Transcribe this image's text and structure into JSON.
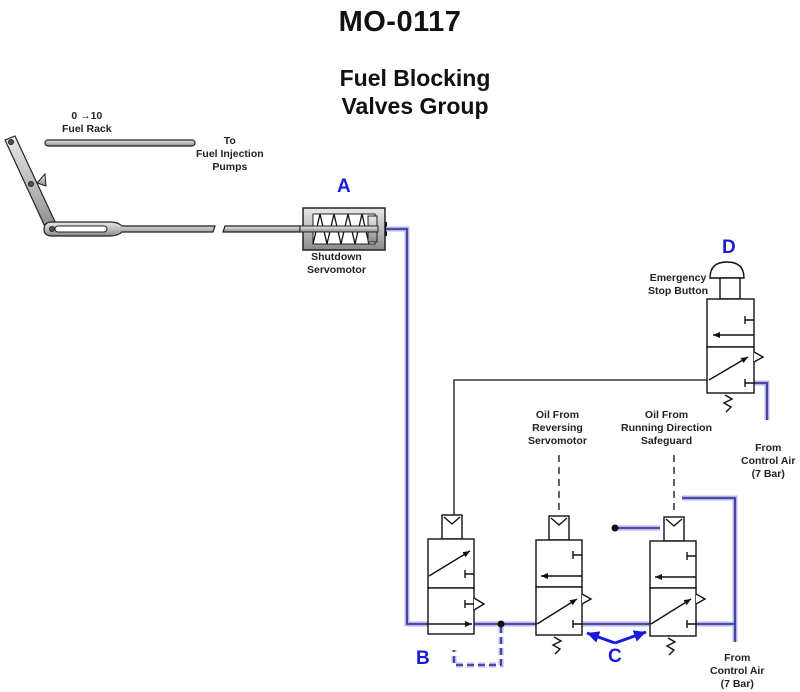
{
  "header": {
    "code": "MO-0117",
    "title_line1": "Fuel Blocking",
    "title_line2": "Valves Group"
  },
  "labels": {
    "fuel_rack_scale": "0 →10",
    "fuel_rack": "Fuel Rack",
    "to_pumps_1": "To",
    "to_pumps_2": "Fuel Injection",
    "to_pumps_3": "Pumps",
    "servo_1": "Shutdown",
    "servo_2": "Servomotor",
    "estop_1": "Emergency",
    "estop_2": "Stop Button",
    "air_top_1": "From",
    "air_top_2": "Control Air",
    "air_top_3": "(7 Bar)",
    "oil_rev_1": "Oil From",
    "oil_rev_2": "Reversing",
    "oil_rev_3": "Servomotor",
    "oil_run_1": "Oil From",
    "oil_run_2": "Running Direction",
    "oil_run_3": "Safeguard",
    "air_bot_1": "From",
    "air_bot_2": "Control Air",
    "air_bot_3": "(7 Bar)"
  },
  "markers": {
    "a": "A",
    "b": "B",
    "c": "C",
    "d": "D"
  },
  "colors": {
    "marker": "#1a1adb",
    "pipe_glow": "#aaaaf0",
    "pipe_core": "#33338a"
  }
}
